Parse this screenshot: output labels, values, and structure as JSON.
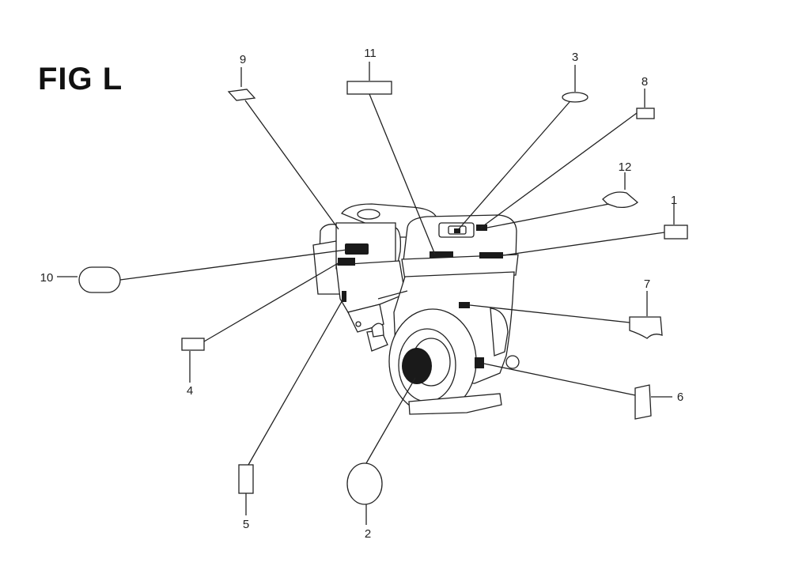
{
  "title": "FIG L",
  "callouts": [
    "1",
    "2",
    "3",
    "4",
    "5",
    "6",
    "7",
    "8",
    "9",
    "10",
    "11",
    "12"
  ]
}
